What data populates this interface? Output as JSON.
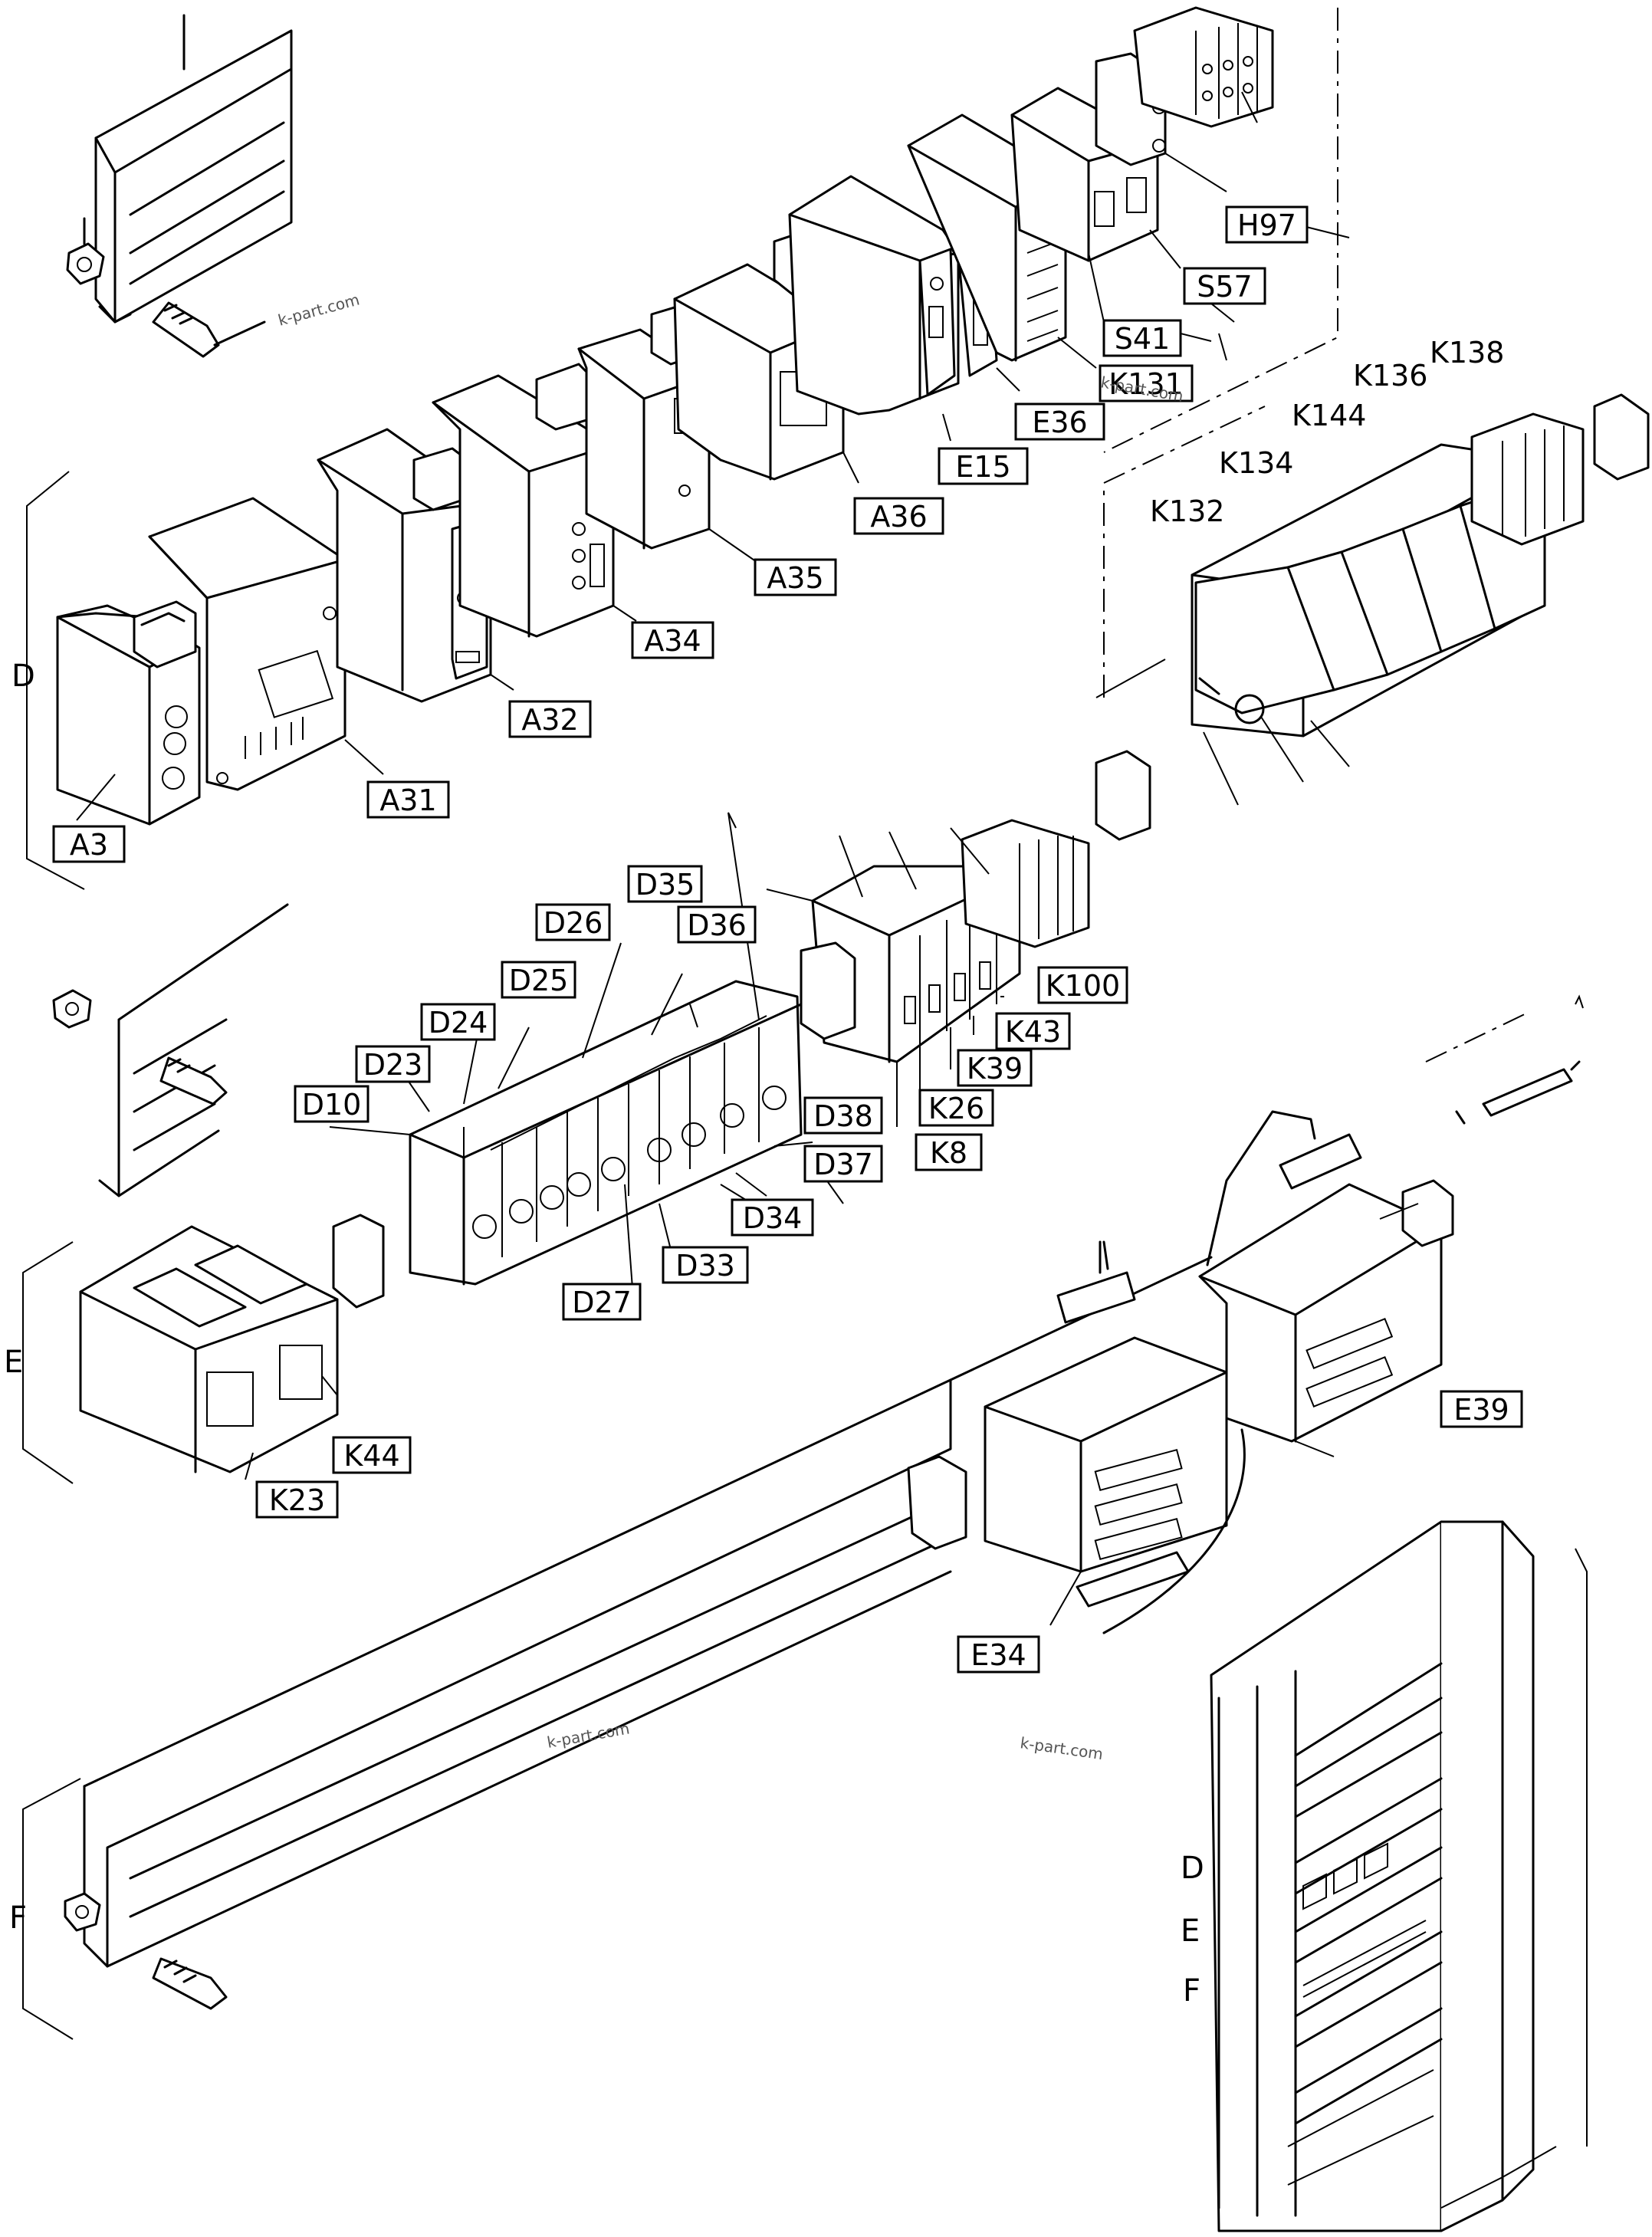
{
  "labels": [
    "A3",
    "A31",
    "A32",
    "A34",
    "A35",
    "A36",
    "E15",
    "E36",
    "K131",
    "S41",
    "S57",
    "H97",
    "K132",
    "K134",
    "K144",
    "K136",
    "K138",
    "D10",
    "D23",
    "D24",
    "D25",
    "D26",
    "D35",
    "D36",
    "D38",
    "D37",
    "D34",
    "D33",
    "D27",
    "K100",
    "K43",
    "K39",
    "K26",
    "K8",
    "K44",
    "K23",
    "E34",
    "E39"
  ],
  "sections": [
    "D",
    "E",
    "F"
  ],
  "cabinet_rows": [
    "D",
    "E",
    "F"
  ],
  "watermark": "k-part.com"
}
